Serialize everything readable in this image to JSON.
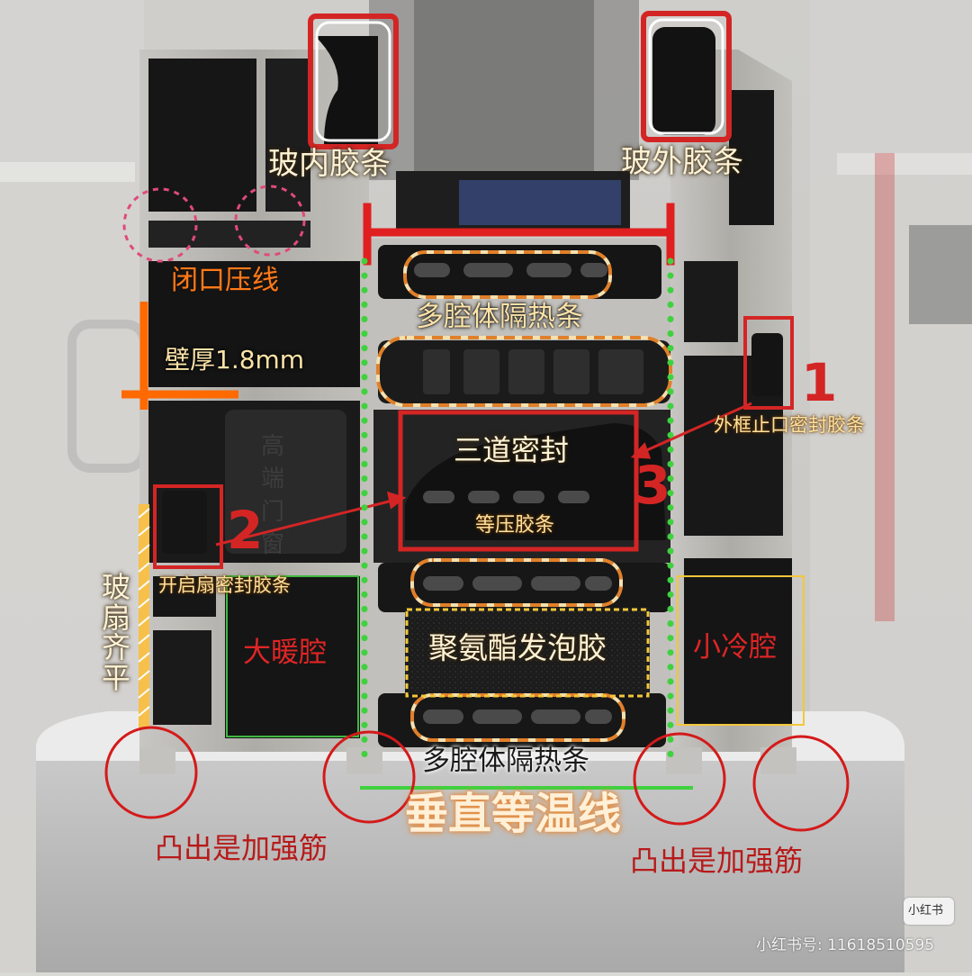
{
  "labels": {
    "glass_inner_seal": "玻内胶条",
    "glass_outer_seal": "玻外胶条",
    "closed_bead": "闭口压线",
    "wall_thickness": "壁厚1.8mm",
    "multi_cavity_strip_top": "多腔体隔热条",
    "multi_cavity_strip_bottom": "多腔体隔热条",
    "triple_seal": "三道密封",
    "equal_pressure_strip": "等压胶条",
    "frame_stop_seal": "外框止口密封胶条",
    "sash_seal": "开启扇密封胶条",
    "glass_sash_flush": "玻扇齐平",
    "big_warm_cavity": "大暖腔",
    "small_cold_cavity": "小冷腔",
    "pu_foam": "聚氨酯发泡胶",
    "vertical_isotherm": "垂直等温线",
    "rib_left": "凸出是加强筋",
    "rib_right": "凸出是加强筋",
    "num_1": "1",
    "num_2": "2",
    "num_3": "3",
    "stamp_text": "高端门窗"
  },
  "watermark": {
    "badge": "小红书",
    "id_text": "小红书号: 11618510595"
  },
  "colors": {
    "profile_gray": "#b9b7b3",
    "profile_dark": "#1a1a1a",
    "accent_red": "#d42525",
    "isotherm_green": "#3fd13f",
    "accent_orange": "#ff7a1a",
    "highlight_yellow": "#f3c73a"
  }
}
